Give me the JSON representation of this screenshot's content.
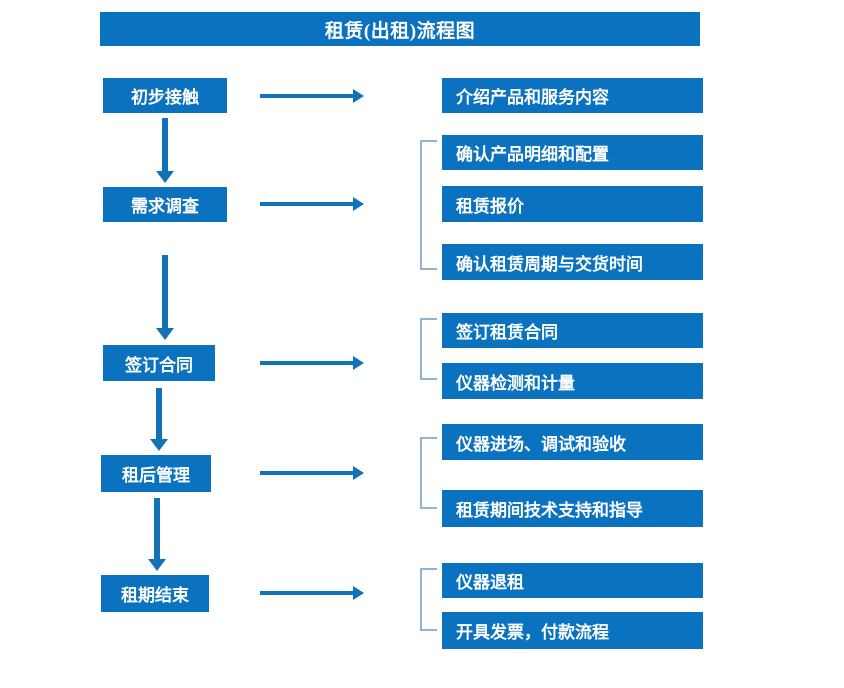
{
  "diagram": {
    "title": "租赁(出租)流程图",
    "colors": {
      "box_fill": "#0B72C0",
      "box_text": "#FFFFFF",
      "arrow": "#1272B8",
      "bracket": "#8FB4D4",
      "background": "#FFFFFF"
    },
    "stages": [
      {
        "id": "stage-1",
        "label": "初步接触"
      },
      {
        "id": "stage-2",
        "label": "需求调查"
      },
      {
        "id": "stage-3",
        "label": "签订合同"
      },
      {
        "id": "stage-4",
        "label": "租后管理"
      },
      {
        "id": "stage-5",
        "label": "租期结束"
      }
    ],
    "tasks": [
      {
        "id": "task-1",
        "label": "介绍产品和服务内容"
      },
      {
        "id": "task-2",
        "label": "确认产品明细和配置"
      },
      {
        "id": "task-3",
        "label": "租赁报价"
      },
      {
        "id": "task-4",
        "label": "确认租赁周期与交货时间"
      },
      {
        "id": "task-5",
        "label": "签订租赁合同"
      },
      {
        "id": "task-6",
        "label": "仪器检测和计量"
      },
      {
        "id": "task-7",
        "label": "仪器进场、调试和验收"
      },
      {
        "id": "task-8",
        "label": "租赁期间技术支持和指导"
      },
      {
        "id": "task-9",
        "label": "仪器退租"
      },
      {
        "id": "task-10",
        "label": "开具发票，付款流程"
      }
    ],
    "groups": [
      {
        "id": "group-1",
        "stage": "初步接触",
        "tasks": [
          "介绍产品和服务内容"
        ],
        "bracketed": false
      },
      {
        "id": "group-2",
        "stage": "需求调查",
        "tasks": [
          "确认产品明细和配置",
          "租赁报价",
          "确认租赁周期与交货时间"
        ],
        "bracketed": true
      },
      {
        "id": "group-3",
        "stage": "签订合同",
        "tasks": [
          "签订租赁合同",
          "仪器检测和计量"
        ],
        "bracketed": true
      },
      {
        "id": "group-4",
        "stage": "租后管理",
        "tasks": [
          "仪器进场、调试和验收",
          "租赁期间技术支持和指导"
        ],
        "bracketed": true
      },
      {
        "id": "group-5",
        "stage": "租期结束",
        "tasks": [
          "仪器退租",
          "开具发票，付款流程"
        ],
        "bracketed": true
      }
    ]
  }
}
